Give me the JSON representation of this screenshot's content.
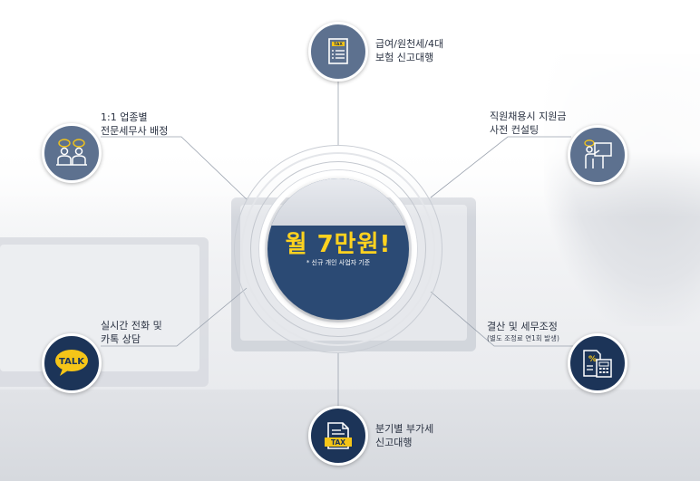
{
  "center": {
    "headline": "월 7만원!",
    "note": "* 신규 개인 사업자 기준"
  },
  "services": [
    {
      "id": "payroll",
      "lines": [
        "급여/원천세/4대",
        "보험 신고대행"
      ],
      "icon": "tax-document-checklist-icon",
      "icon_text": "TAX"
    },
    {
      "id": "tax-accountant",
      "lines": [
        "1:1 업종별",
        "전문세무사 배정"
      ],
      "icon": "consulting-people-icon"
    },
    {
      "id": "hiring-subsidy",
      "lines": [
        "직원채용시 지원금",
        "사전 컨설팅"
      ],
      "icon": "presenter-board-icon"
    },
    {
      "id": "realtime-chat",
      "lines": [
        "실시간 전화 및",
        "카톡 상담"
      ],
      "icon": "talk-bubble-icon",
      "icon_text": "TALK"
    },
    {
      "id": "settlement",
      "lines": [
        "결산 및 세무조정"
      ],
      "note": "(별도 조정료 연1회 발생)",
      "icon": "calculator-percent-icon",
      "icon_text": "%"
    },
    {
      "id": "vat",
      "lines": [
        "분기별 부가세",
        "신고대행"
      ],
      "icon": "tax-file-icon",
      "icon_text": "TAX"
    }
  ],
  "colors": {
    "node_steel": "#5d718f",
    "node_navy": "#1c3458",
    "core": "#2b4a74",
    "accent_yellow": "#ffd21f"
  }
}
